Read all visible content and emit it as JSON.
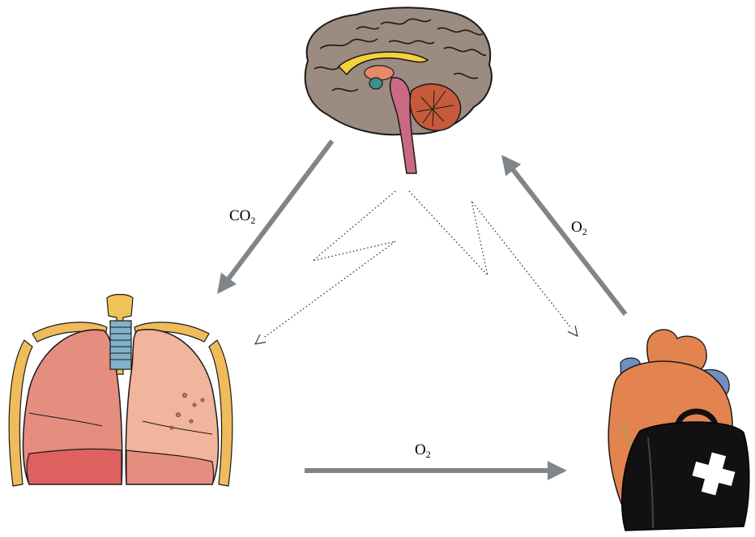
{
  "diagram": {
    "nodes": [
      {
        "id": "brain",
        "icon": "brain-icon"
      },
      {
        "id": "lungs",
        "icon": "lungs-icon"
      },
      {
        "id": "heart",
        "icon": "heart-with-medical-bag-icon"
      }
    ],
    "edges": [
      {
        "from": "brain",
        "to": "lungs",
        "style": "solid",
        "label": {
          "base": "CO",
          "sub": "2"
        }
      },
      {
        "from": "lungs",
        "to": "heart",
        "style": "solid",
        "label": {
          "base": "O",
          "sub": "2"
        }
      },
      {
        "from": "heart",
        "to": "brain",
        "style": "solid",
        "label": {
          "base": "O",
          "sub": "2"
        }
      },
      {
        "from": "brain",
        "to": "lungs",
        "style": "dotted-zigzag",
        "label": null
      },
      {
        "from": "brain",
        "to": "heart",
        "style": "dotted-zigzag",
        "label": null
      }
    ],
    "colors": {
      "arrow": "#7f8588",
      "dotted_arrow": "#333333",
      "brain_cortex": "#9c8b80",
      "cerebellum": "#c65a3a",
      "corpus_callosum": "#f4d23b",
      "lung_left": "#e58e80",
      "lung_right": "#f1b49c",
      "lung_base": "#de6060",
      "ribs": "#f0bb5a",
      "trachea": "#7fb2c9",
      "heart": "#e38350",
      "vein": "#6f8fc0",
      "bag": "#111111",
      "cross": "#ffffff"
    }
  }
}
